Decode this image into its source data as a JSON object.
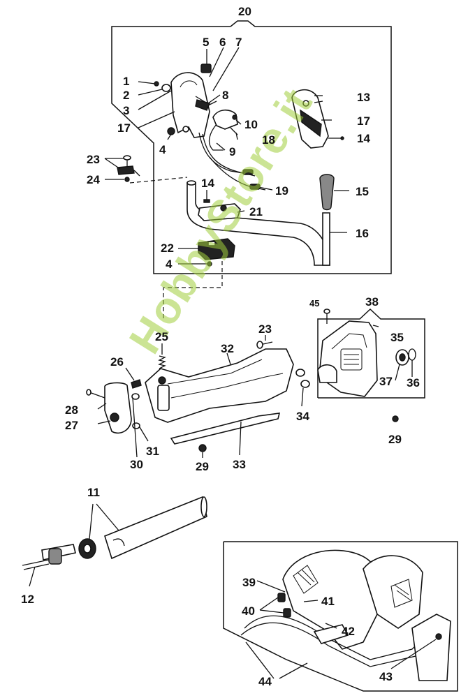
{
  "diagram": {
    "watermark": "HobbyStore.it",
    "callouts": {
      "c20": "20",
      "c1": "1",
      "c2": "2",
      "c3": "3",
      "c17a": "17",
      "c4a": "4",
      "c5": "5",
      "c6": "6",
      "c7": "7",
      "c8": "8",
      "c9": "9",
      "c10": "10",
      "c18": "18",
      "c19": "19",
      "c13": "13",
      "c17b": "17",
      "c14a": "14",
      "c15": "15",
      "c16": "16",
      "c14b": "14",
      "c21": "21",
      "c22": "22",
      "c4b": "4",
      "c23a": "23",
      "c24": "24",
      "c38": "38",
      "c45": "45",
      "c35": "35",
      "c37": "37",
      "c36": "36",
      "c23b": "23",
      "c25": "25",
      "c32": "32",
      "c26": "26",
      "c28": "28",
      "c27": "27",
      "c31": "31",
      "c30": "30",
      "c29a": "29",
      "c33": "33",
      "c34": "34",
      "c29b": "29",
      "c11": "11",
      "c12": "12",
      "c39": "39",
      "c40": "40",
      "c41": "41",
      "c42": "42",
      "c44": "44",
      "c43": "43"
    }
  }
}
